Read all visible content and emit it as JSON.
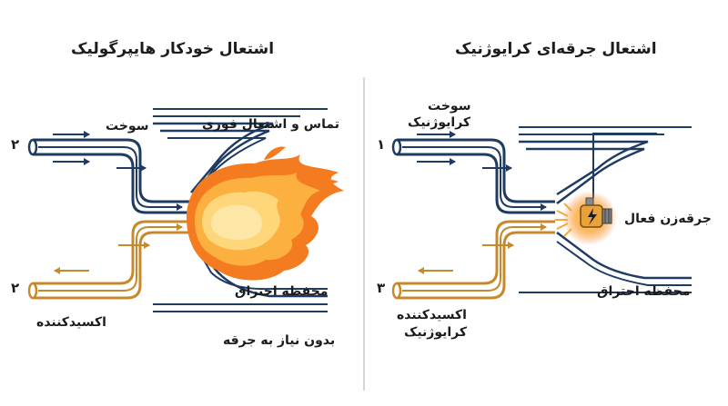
{
  "left": {
    "title": "اشتعال خودکار هایپرگولیک",
    "fuel_label": "سوخت",
    "fuel_number": "۲",
    "oxidizer_label": "اکسیدکننده",
    "oxidizer_number": "۲",
    "contact_label": "تماس و اشتعال فوری",
    "chamber_label": "محفظه احتراق",
    "note_label": "بدون نیاز به جرقه"
  },
  "right": {
    "title": "اشتعال جرقه‌ای کرایوژنیک",
    "fuel_label_line1": "سوخت",
    "fuel_label_line2": "کرایوژنیک",
    "fuel_number": "۱",
    "oxidizer_label_line1": "اکسیدکننده",
    "oxidizer_label_line2": "کرایوژنیک",
    "oxidizer_number": "۳",
    "igniter_label": "جرقه‌زن فعال",
    "chamber_label": "محفظه احتراق"
  },
  "colors": {
    "fuel": "#1f3b63",
    "oxidizer": "#c68a2c",
    "flame_outer": "#f47b20",
    "flame_inner": "#fbb040",
    "flame_core": "#fde7a6",
    "divider": "#c9c9c9"
  }
}
